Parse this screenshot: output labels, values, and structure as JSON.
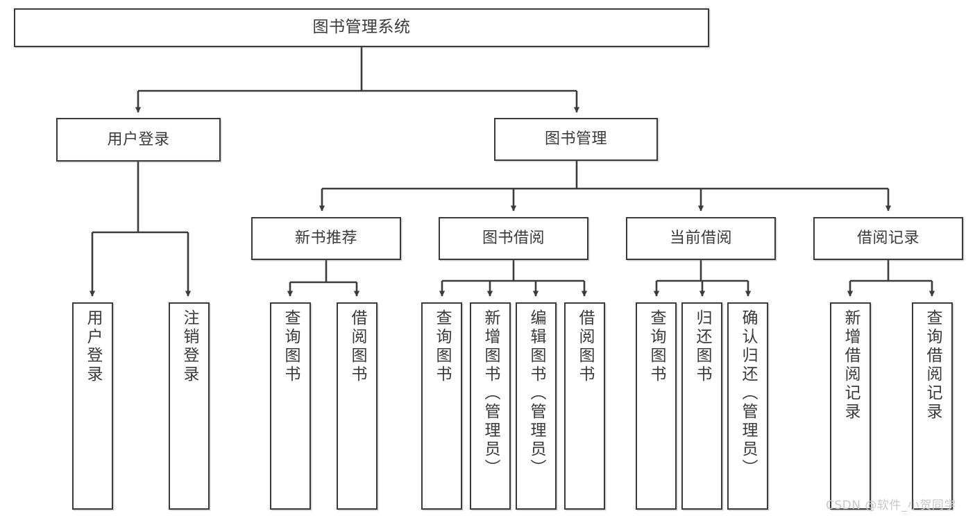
{
  "diagram": {
    "title_node": {
      "label": "图书管理系统"
    },
    "level2": [
      {
        "label": "用户登录"
      },
      {
        "label": "图书管理"
      }
    ],
    "level3": [
      {
        "label": "新书推荐"
      },
      {
        "label": "图书借阅"
      },
      {
        "label": "当前借阅"
      },
      {
        "label": "借阅记录"
      }
    ],
    "leaves": {
      "user_login": [
        {
          "label": "用户登录"
        },
        {
          "label": "注销登录"
        }
      ],
      "new_book_recommend": [
        {
          "label": "查询图书"
        },
        {
          "label": "借阅图书"
        }
      ],
      "book_borrow": [
        {
          "label": "查询图书"
        },
        {
          "label": "新增图书（管理员）"
        },
        {
          "label": "编辑图书（管理员）"
        },
        {
          "label": "借阅图书"
        }
      ],
      "current_borrow": [
        {
          "label": "查询图书"
        },
        {
          "label": "归还图书"
        },
        {
          "label": "确认归还（管理员）"
        }
      ],
      "borrow_record": [
        {
          "label": "新增借阅记录"
        },
        {
          "label": "查询借阅记录"
        }
      ]
    },
    "watermark": "CSDN @软件_小贺同学",
    "colors": {
      "border": "#3b3b3b",
      "text": "#3a3a3a",
      "background": "#ffffff",
      "watermark": "#c9c9c9"
    }
  }
}
